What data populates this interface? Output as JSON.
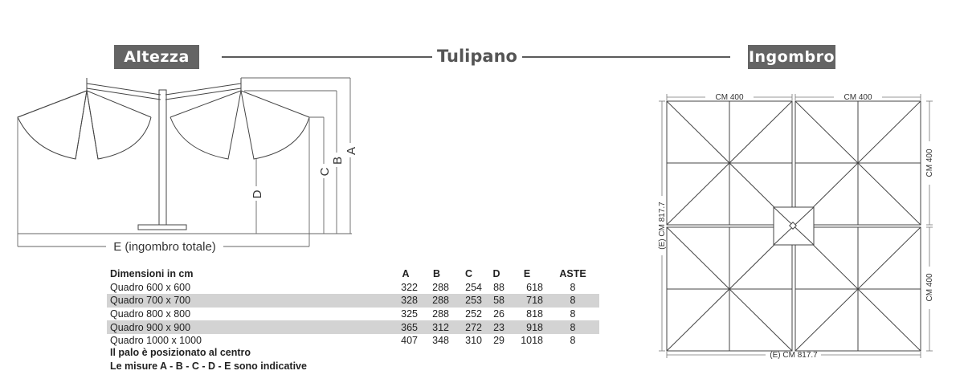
{
  "header": {
    "left_tag": "Altezza",
    "title": "Tulipano",
    "right_tag": "Ingombro"
  },
  "side_view": {
    "label_a": "A",
    "label_b": "B",
    "label_c": "C",
    "label_d": "D",
    "label_e": "E (ingombro totale)"
  },
  "top_view": {
    "width_label_left": "CM 400",
    "width_label_right": "CM 400",
    "height_label_top": "CM 400",
    "height_label_bottom": "CM 400",
    "total_left": "(E) CM 817.7",
    "total_bottom": "(E) CM 817.7"
  },
  "table": {
    "headers": [
      "Dimensioni in cm",
      "A",
      "B",
      "C",
      "D",
      "E",
      "ASTE"
    ],
    "rows": [
      [
        "Quadro 600 x 600",
        "322",
        "288",
        "254",
        "88",
        "618",
        "8"
      ],
      [
        "Quadro 700 x 700",
        "328",
        "288",
        "253",
        "58",
        "718",
        "8"
      ],
      [
        "Quadro 800 x 800",
        "325",
        "288",
        "252",
        "26",
        "818",
        "8"
      ],
      [
        "Quadro 900 x 900",
        "365",
        "312",
        "272",
        "23",
        "918",
        "8"
      ],
      [
        "Quadro 1000 x 1000",
        "407",
        "348",
        "310",
        "29",
        "1018",
        "8"
      ]
    ]
  },
  "notes": {
    "line1": "Il palo è posizionato al centro",
    "line2": "Le misure A - B - C - D - E sono indicative"
  }
}
